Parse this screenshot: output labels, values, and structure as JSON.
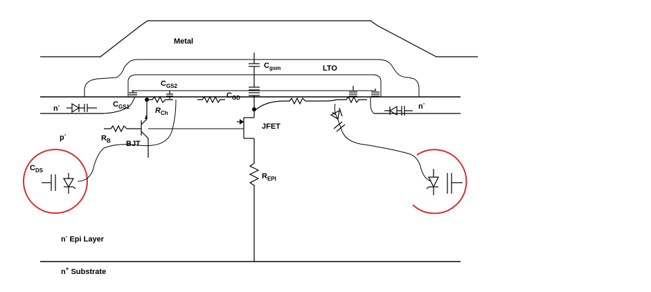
{
  "labels": {
    "metal": "Metal",
    "lto": "LTO",
    "cgsm": {
      "main": "C",
      "sub": "gsm"
    },
    "cgs2": {
      "main": "C",
      "sub": "GS2"
    },
    "cgs1": {
      "main": "C",
      "sub": "GS1"
    },
    "cgd": {
      "main": "C",
      "sub": "GD"
    },
    "rch": {
      "main": "R",
      "sub": "Ch"
    },
    "rb": {
      "main": "R",
      "sub": "B"
    },
    "repi": {
      "main": "R",
      "sub": "EPI"
    },
    "cds": {
      "main": "C",
      "sub": "DS"
    },
    "bjt": "BJT",
    "jfet": "JFET",
    "n_left": {
      "main": "n",
      "sup": "-"
    },
    "n_right": {
      "main": "n",
      "sup": "-"
    },
    "p_region": {
      "main": "p",
      "sup": "-"
    },
    "epi_layer": {
      "main": "n",
      "sup": "-",
      "rest": " Epi Layer"
    },
    "substrate": {
      "main": "n",
      "sup": "+",
      "rest": " Substrate"
    }
  },
  "colors": {
    "line": "#000000",
    "highlight": "#d62d2d",
    "background": "#ffffff"
  }
}
